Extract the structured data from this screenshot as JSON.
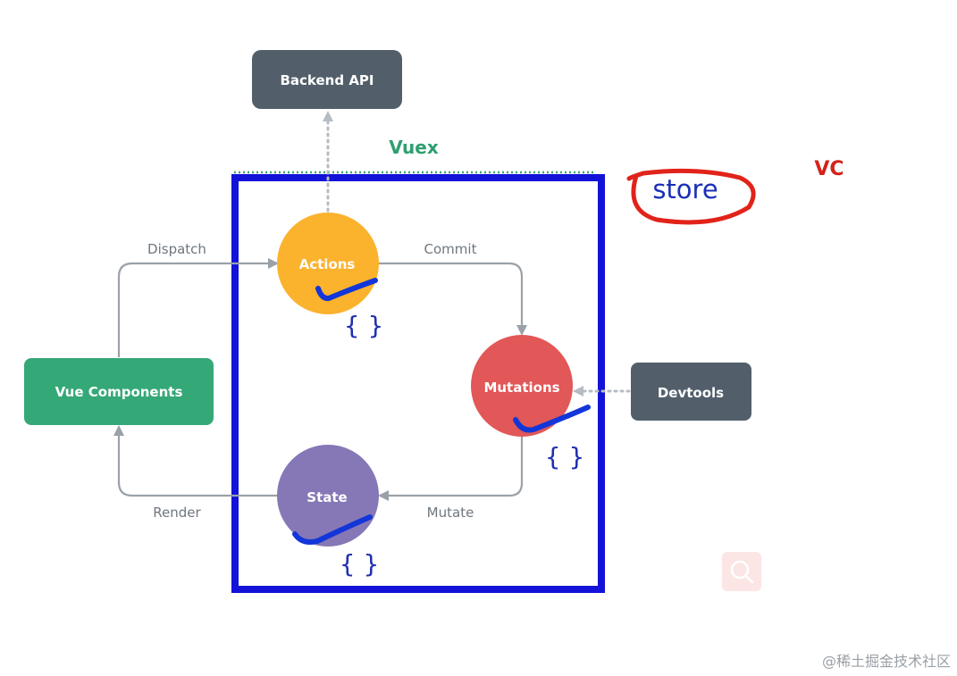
{
  "nodes": {
    "backend_api": "Backend API",
    "actions": "Actions",
    "mutations": "Mutations",
    "state": "State",
    "vue_components": "Vue Components",
    "devtools": "Devtools"
  },
  "edges": {
    "dispatch": "Dispatch",
    "commit": "Commit",
    "mutate": "Mutate",
    "render": "Render"
  },
  "container_label": "Vuex",
  "annotations": {
    "store": "store",
    "vc": "VC",
    "brace_actions": "{ }",
    "brace_mutations": "{ }",
    "brace_state": "{ }"
  },
  "watermark": "@稀土掘金技术社区",
  "colors": {
    "backend": "#525f6b",
    "actions": "#fbb22d",
    "mutations": "#e25757",
    "state": "#8677b6",
    "vue_components": "#35a878",
    "devtools": "#525f6b",
    "vuex_text": "#2e9f6f",
    "store_box": "#1212d8",
    "store_circle": "#e2231a",
    "vc_text": "#d2231b"
  }
}
